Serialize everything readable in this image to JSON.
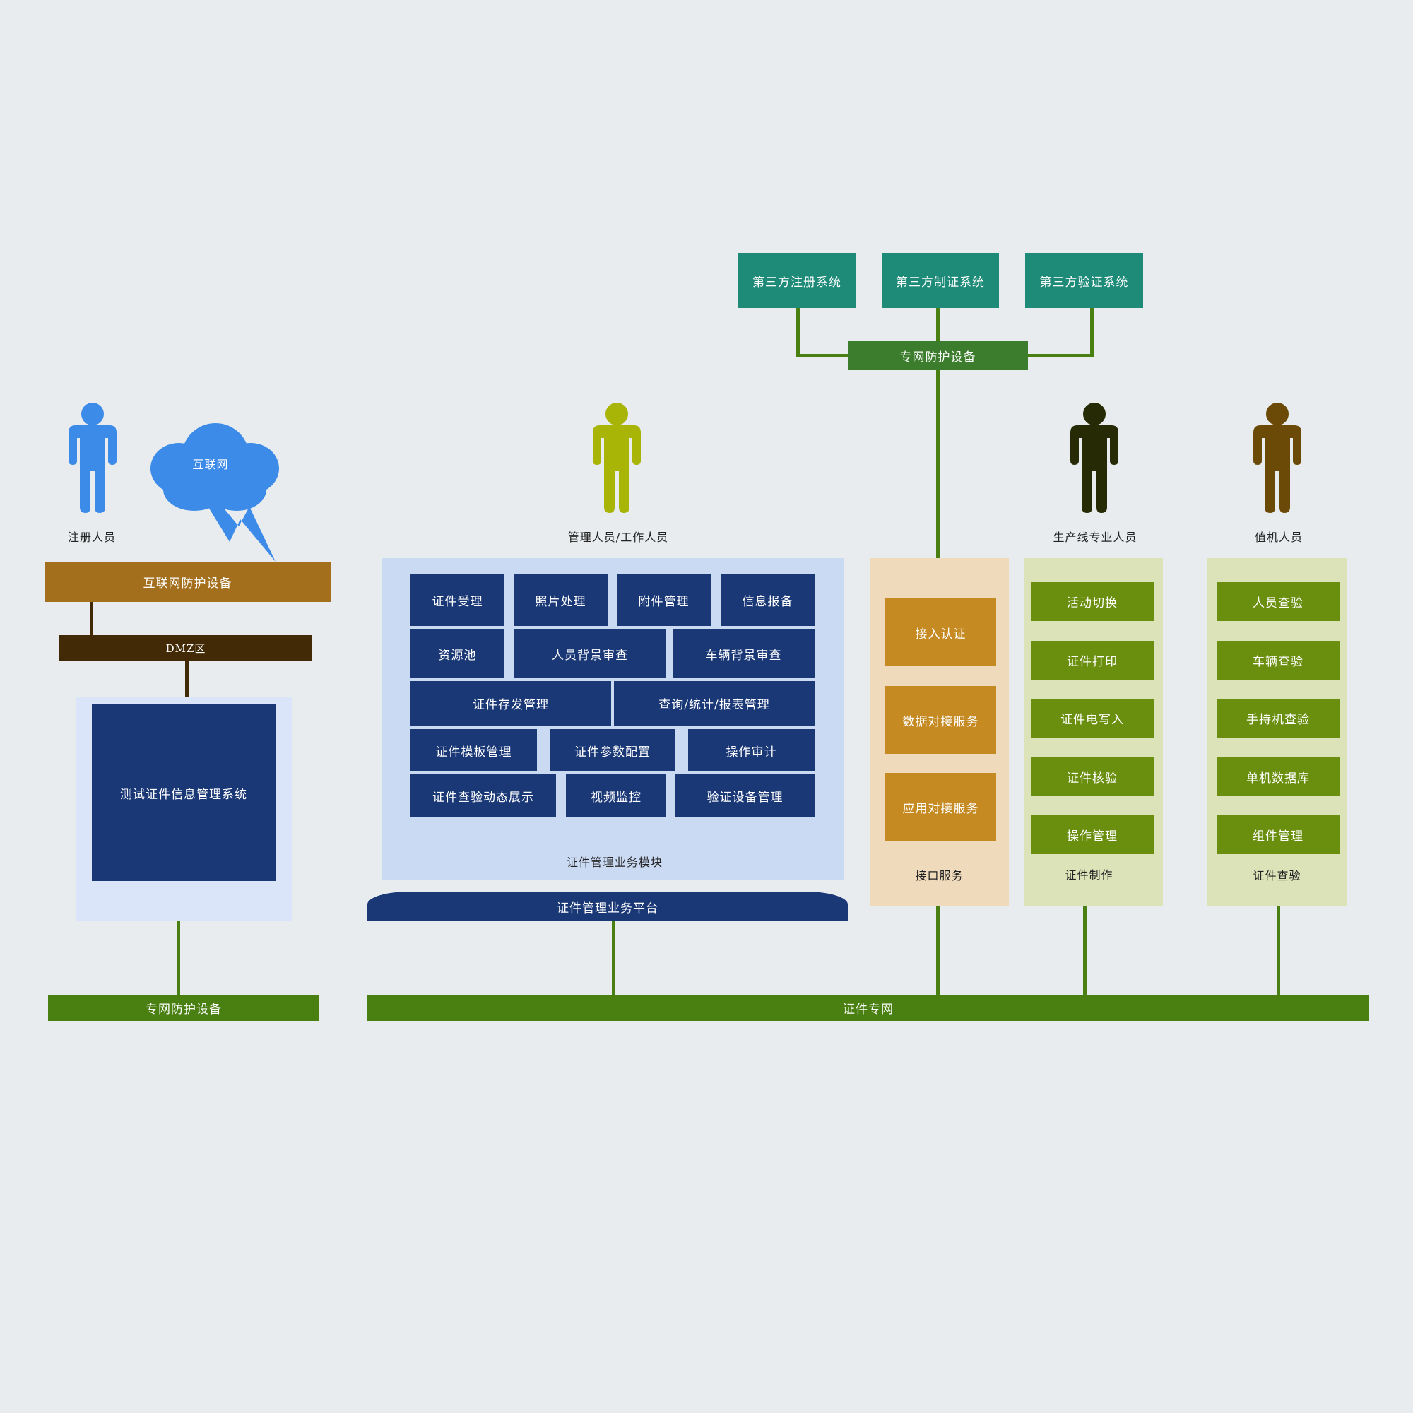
{
  "third_party": {
    "register": "第三方注册系统",
    "make": "第三方制证系统",
    "verify": "第三方验证系统"
  },
  "top_protection": "专网防护设备",
  "internet_cloud": "互联网",
  "people": {
    "registrant": "注册人员",
    "admin": "管理人员/工作人员",
    "production": "生产线专业人员",
    "duty": "值机人员"
  },
  "left": {
    "internet_protection": "互联网防护设备",
    "dmz": "DMZ区",
    "test_system": "测试证件信息管理系统",
    "bottom_protection": "专网防护设备"
  },
  "modules": {
    "row1": [
      "证件受理",
      "照片处理",
      "附件管理",
      "信息报备"
    ],
    "row2": [
      "资源池",
      "人员背景审查",
      "车辆背景审查"
    ],
    "row3": [
      "证件存发管理",
      "查询/统计/报表管理"
    ],
    "row4": [
      "证件模板管理",
      "证件参数配置",
      "操作审计"
    ],
    "row5": [
      "证件查验动态展示",
      "视频监控",
      "验证设备管理"
    ],
    "caption": "证件管理业务模块",
    "platform": "证件管理业务平台"
  },
  "interface": {
    "items": [
      "接入认证",
      "数据对接服务",
      "应用对接服务"
    ],
    "caption": "接口服务"
  },
  "production": {
    "items": [
      "活动切换",
      "证件打印",
      "证件电写入",
      "证件核验",
      "操作管理"
    ],
    "caption": "证件制作"
  },
  "inspection": {
    "items": [
      "人员查验",
      "车辆查验",
      "手持机查验",
      "单机数据库",
      "组件管理"
    ],
    "caption": "证件查验"
  },
  "network_bus": "证件专网",
  "colors": {
    "background": "#e8ecee",
    "teal": "#1e8a78",
    "navy": "#1a3876",
    "green": "#4a7f12",
    "olive": "#6a8e0d",
    "amber": "#c58a22",
    "brown": "#a36f1c",
    "dark_brown": "#432a06",
    "person_blue": "#3d8be8",
    "person_yellow": "#a8b406",
    "person_dark": "#262b05",
    "person_brown": "#6b4a08"
  }
}
